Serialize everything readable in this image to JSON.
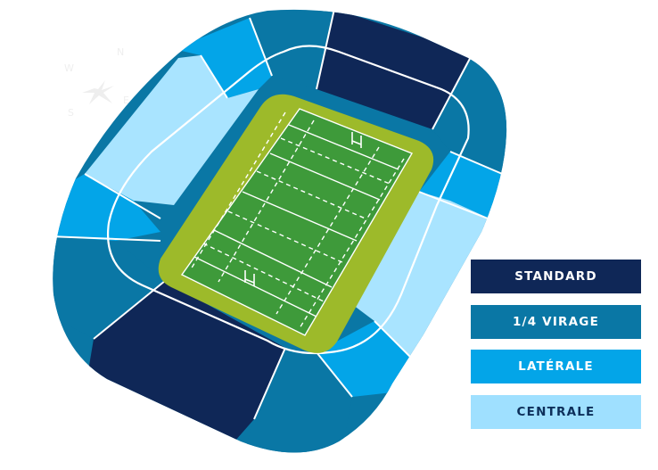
{
  "compass": {
    "n": "N",
    "e": "E",
    "s": "S",
    "w": "W"
  },
  "legend": {
    "items": [
      {
        "label": "STANDARD",
        "color": "#0f2757"
      },
      {
        "label": "1/4 VIRAGE",
        "color": "#0a77a5"
      },
      {
        "label": "LATÉRALE",
        "color": "#03a5e8"
      },
      {
        "label": "CENTRALE",
        "color": "#9fe0ff"
      }
    ]
  },
  "colors": {
    "stadium_outline": "#0a77a5",
    "pitch_surround": "#9dba2a",
    "pitch": "#3e9a3a",
    "lines": "#ffffff"
  }
}
